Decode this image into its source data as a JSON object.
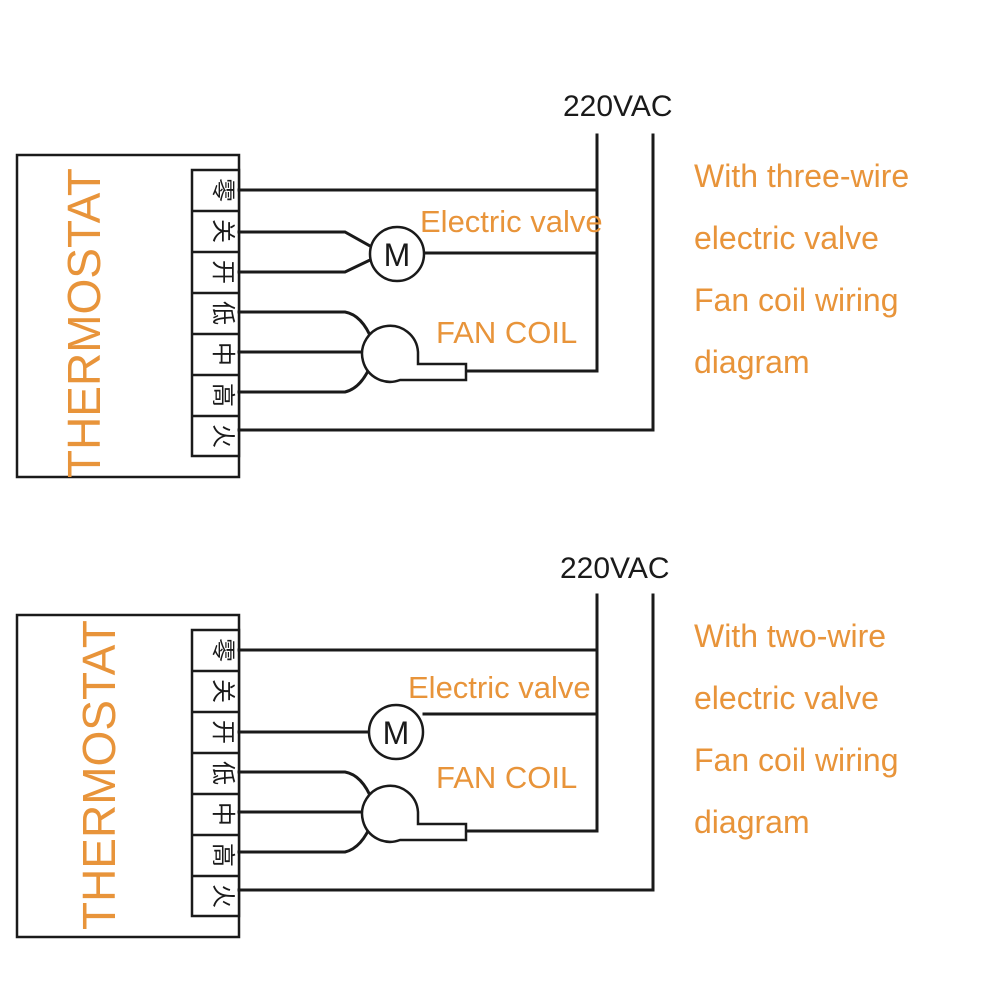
{
  "colors": {
    "accent": "#e8943a",
    "line": "#1a1a1a",
    "background": "#ffffff"
  },
  "diagrams": [
    {
      "thermostat_label": "THERMOSTAT",
      "supply_label": "220VAC",
      "terminals": [
        "零",
        "关",
        "开",
        "低",
        "中",
        "高",
        "火"
      ],
      "motor_label": "M",
      "valve_label": "Electric valve",
      "fan_label": "FAN COIL",
      "caption_lines": [
        "With three-wire",
        "electric valve",
        "Fan coil wiring",
        "diagram"
      ]
    },
    {
      "thermostat_label": "THERMOSTAT",
      "supply_label": "220VAC",
      "terminals": [
        "零",
        "关",
        "开",
        "低",
        "中",
        "高",
        "火"
      ],
      "motor_label": "M",
      "valve_label": "Electric valve",
      "fan_label": "FAN COIL",
      "caption_lines": [
        "With two-wire",
        "electric valve",
        "Fan coil wiring",
        "diagram"
      ]
    }
  ]
}
